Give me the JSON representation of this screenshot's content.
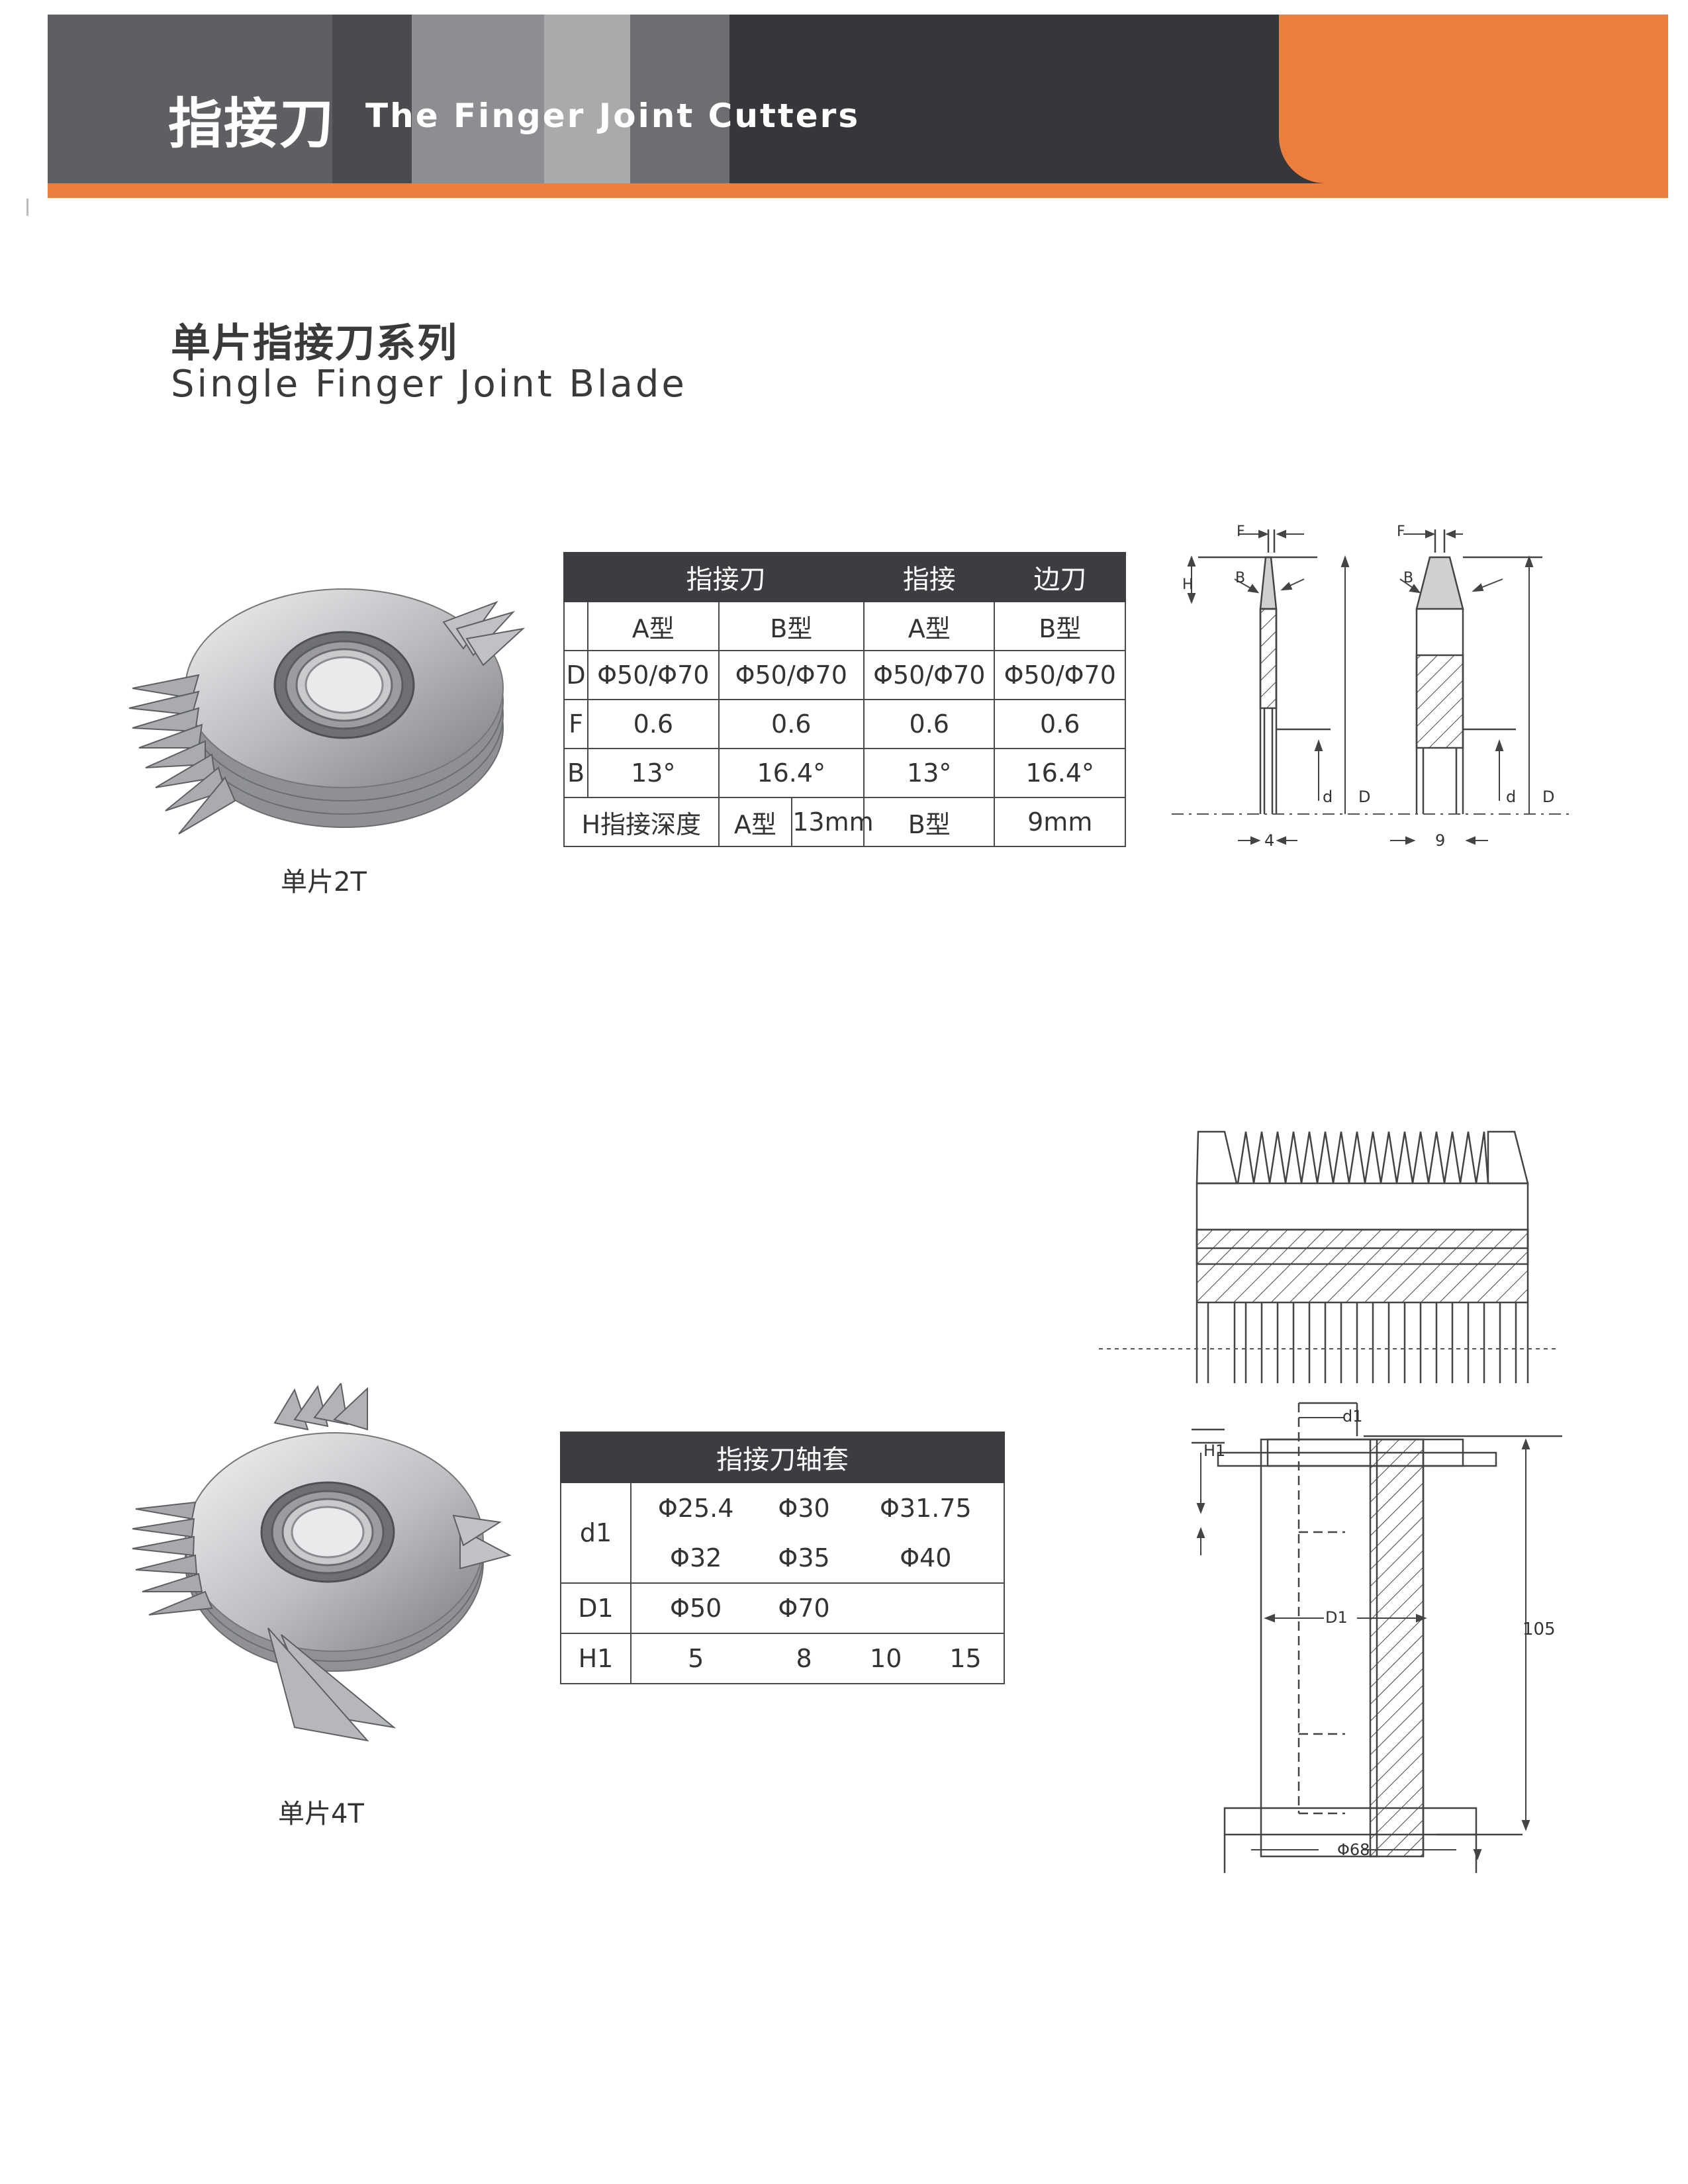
{
  "header": {
    "title_zh": "指接刀",
    "title_en": "The Finger Joint Cutters"
  },
  "section": {
    "title_zh": "单片指接刀系列",
    "title_en": "Single Finger Joint Blade"
  },
  "product1": {
    "caption": "单片2T",
    "table": {
      "head": [
        "指接刀",
        "指接",
        "边刀"
      ],
      "types": [
        "A型",
        "B型",
        "A型",
        "B型"
      ],
      "rows": [
        {
          "label": "D",
          "cells": [
            "Φ50/Φ70",
            "Φ50/Φ70",
            "Φ50/Φ70",
            "Φ50/Φ70"
          ]
        },
        {
          "label": "F",
          "cells": [
            "0.6",
            "0.6",
            "0.6",
            "0.6"
          ]
        },
        {
          "label": "B",
          "cells": [
            "13°",
            "16.4°",
            "13°",
            "16.4°"
          ]
        }
      ],
      "depth": {
        "label": "H指接深度",
        "a_type": "A型",
        "a_value": "13mm",
        "b_type": "B型",
        "b_value": "9mm"
      }
    },
    "drawing_labels": {
      "F": "F",
      "H": "H",
      "B": "B",
      "d": "d",
      "D": "D",
      "width_a": "4",
      "width_b": "9"
    }
  },
  "product2": {
    "caption": "单片4T",
    "table": {
      "title": "指接刀轴套",
      "d1_label": "d1",
      "d1_row1": [
        "Φ25.4",
        "Φ30",
        "Φ31.75"
      ],
      "d1_row2": [
        "Φ32",
        "Φ35",
        "Φ40"
      ],
      "D1_label": "D1",
      "D1_values": [
        "Φ50",
        "Φ70"
      ],
      "H1_label": "H1",
      "H1_values": [
        "5",
        "8",
        "10",
        "15"
      ]
    },
    "drawing_labels": {
      "d1": "d1",
      "H1": "H1",
      "D1": "D1",
      "height": "105",
      "base": "Φ68"
    }
  }
}
